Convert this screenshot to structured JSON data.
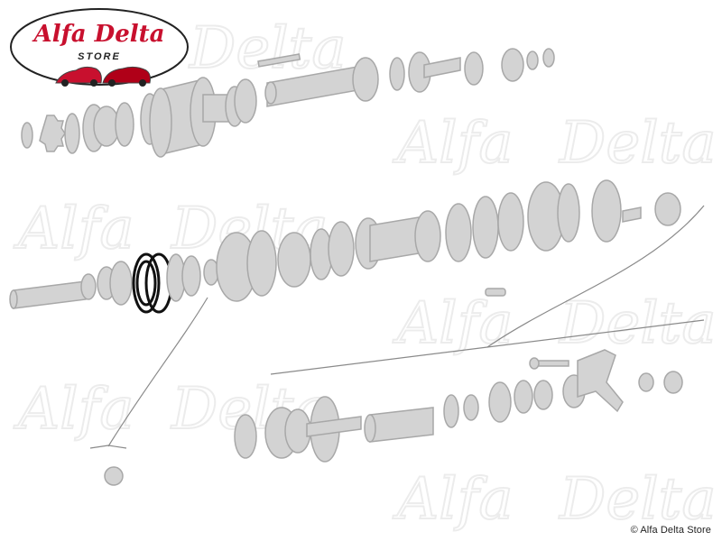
{
  "brand": {
    "name": "Alfa Delta Store",
    "logo_script": "Alfa Delta",
    "logo_sub": "STORE",
    "accent": "#c8102e",
    "watermark": [
      "Alfa",
      "Delta"
    ]
  },
  "copyright": "© Alfa Delta Store",
  "diagram": {
    "subject": "exploded gearbox shafts",
    "part_color": "#d2d2d2",
    "outline_color": "#a9a9a9",
    "highlight_color": "#111111",
    "highlighted_part": "bearing"
  }
}
